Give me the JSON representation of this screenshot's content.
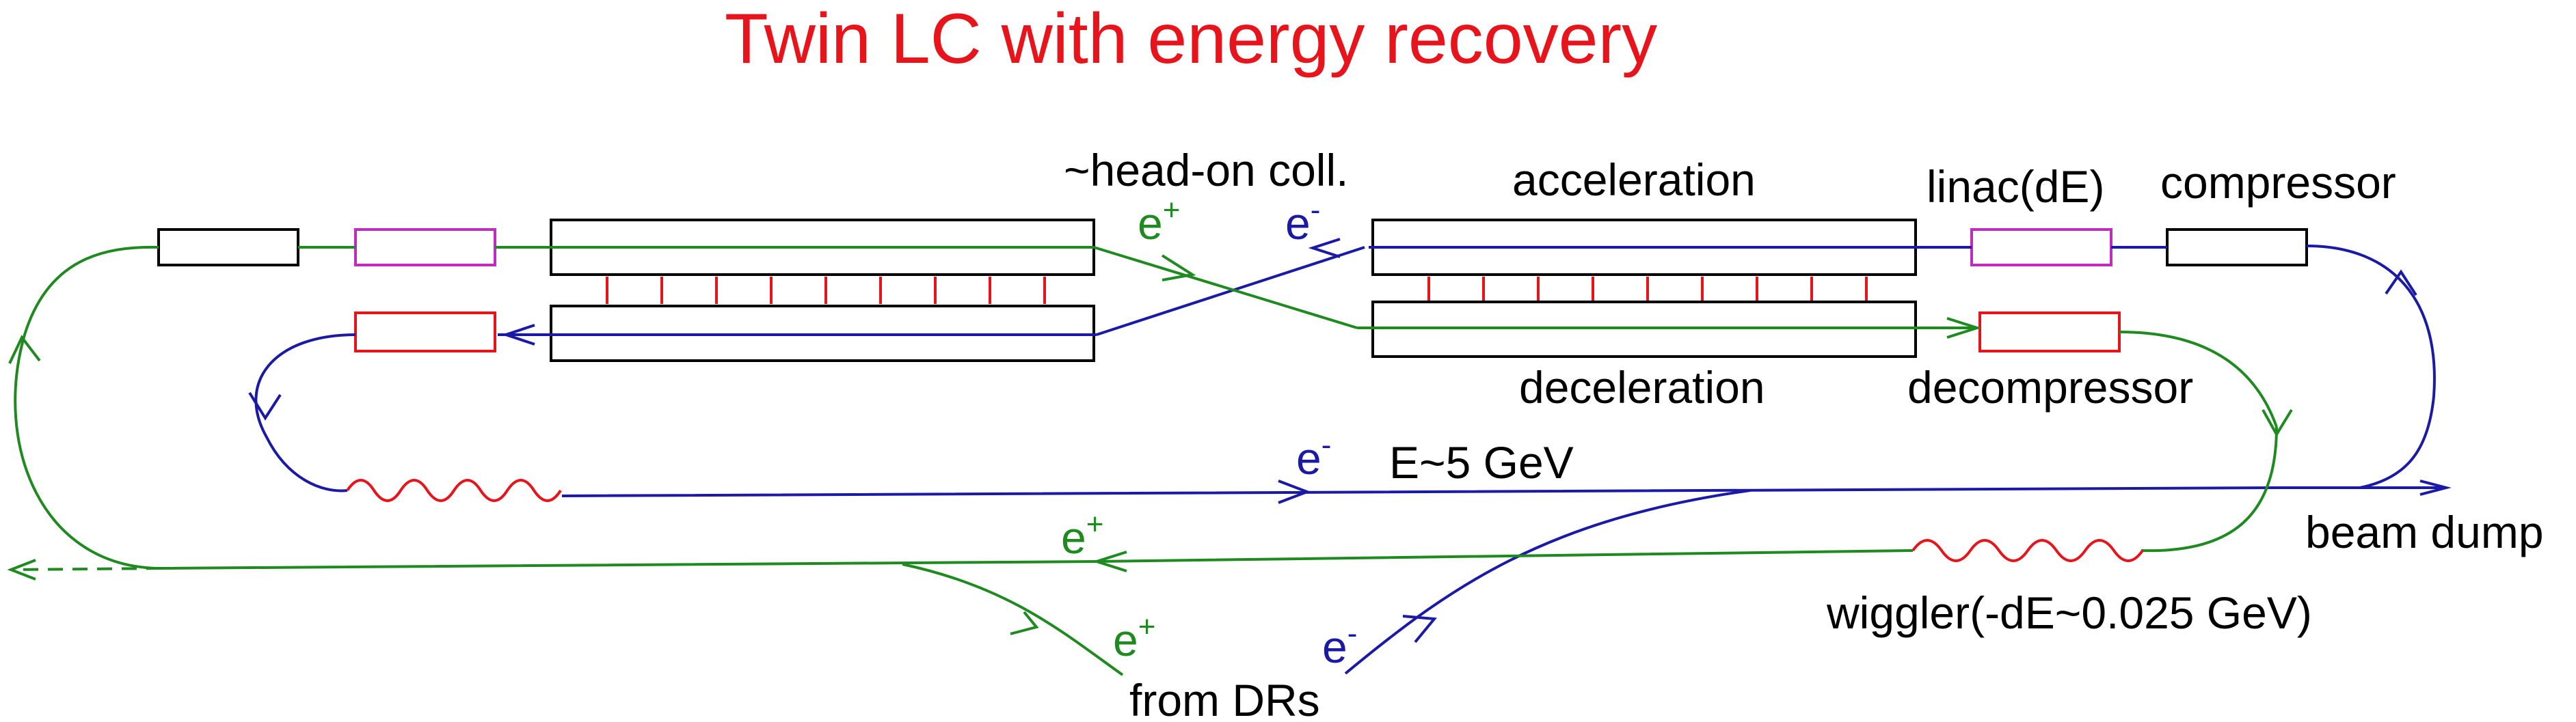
{
  "title": "Twin LC with energy recovery",
  "labels": {
    "head_on": "~head-on coll.",
    "acceleration": "acceleration",
    "deceleration": "deceleration",
    "linac": "linac(dE)",
    "compressor": "compressor",
    "decompressor": "decompressor",
    "energy": "E~5 GeV",
    "beam_dump": "beam dump",
    "wiggler": "wiggler(-dE~0.025 GeV)",
    "from_drs": "from DRs"
  },
  "particles": {
    "positron": {
      "symbol": "e",
      "charge": "+"
    },
    "electron": {
      "symbol": "e",
      "charge": "-"
    }
  },
  "colors": {
    "title": "#e8141c",
    "electron_beam": "#1a1aa6",
    "positron_beam": "#1f8a1f",
    "cavity": "#e8141c",
    "linac_box": "#c02cc0",
    "outline": "#000000",
    "text": "#000000"
  }
}
